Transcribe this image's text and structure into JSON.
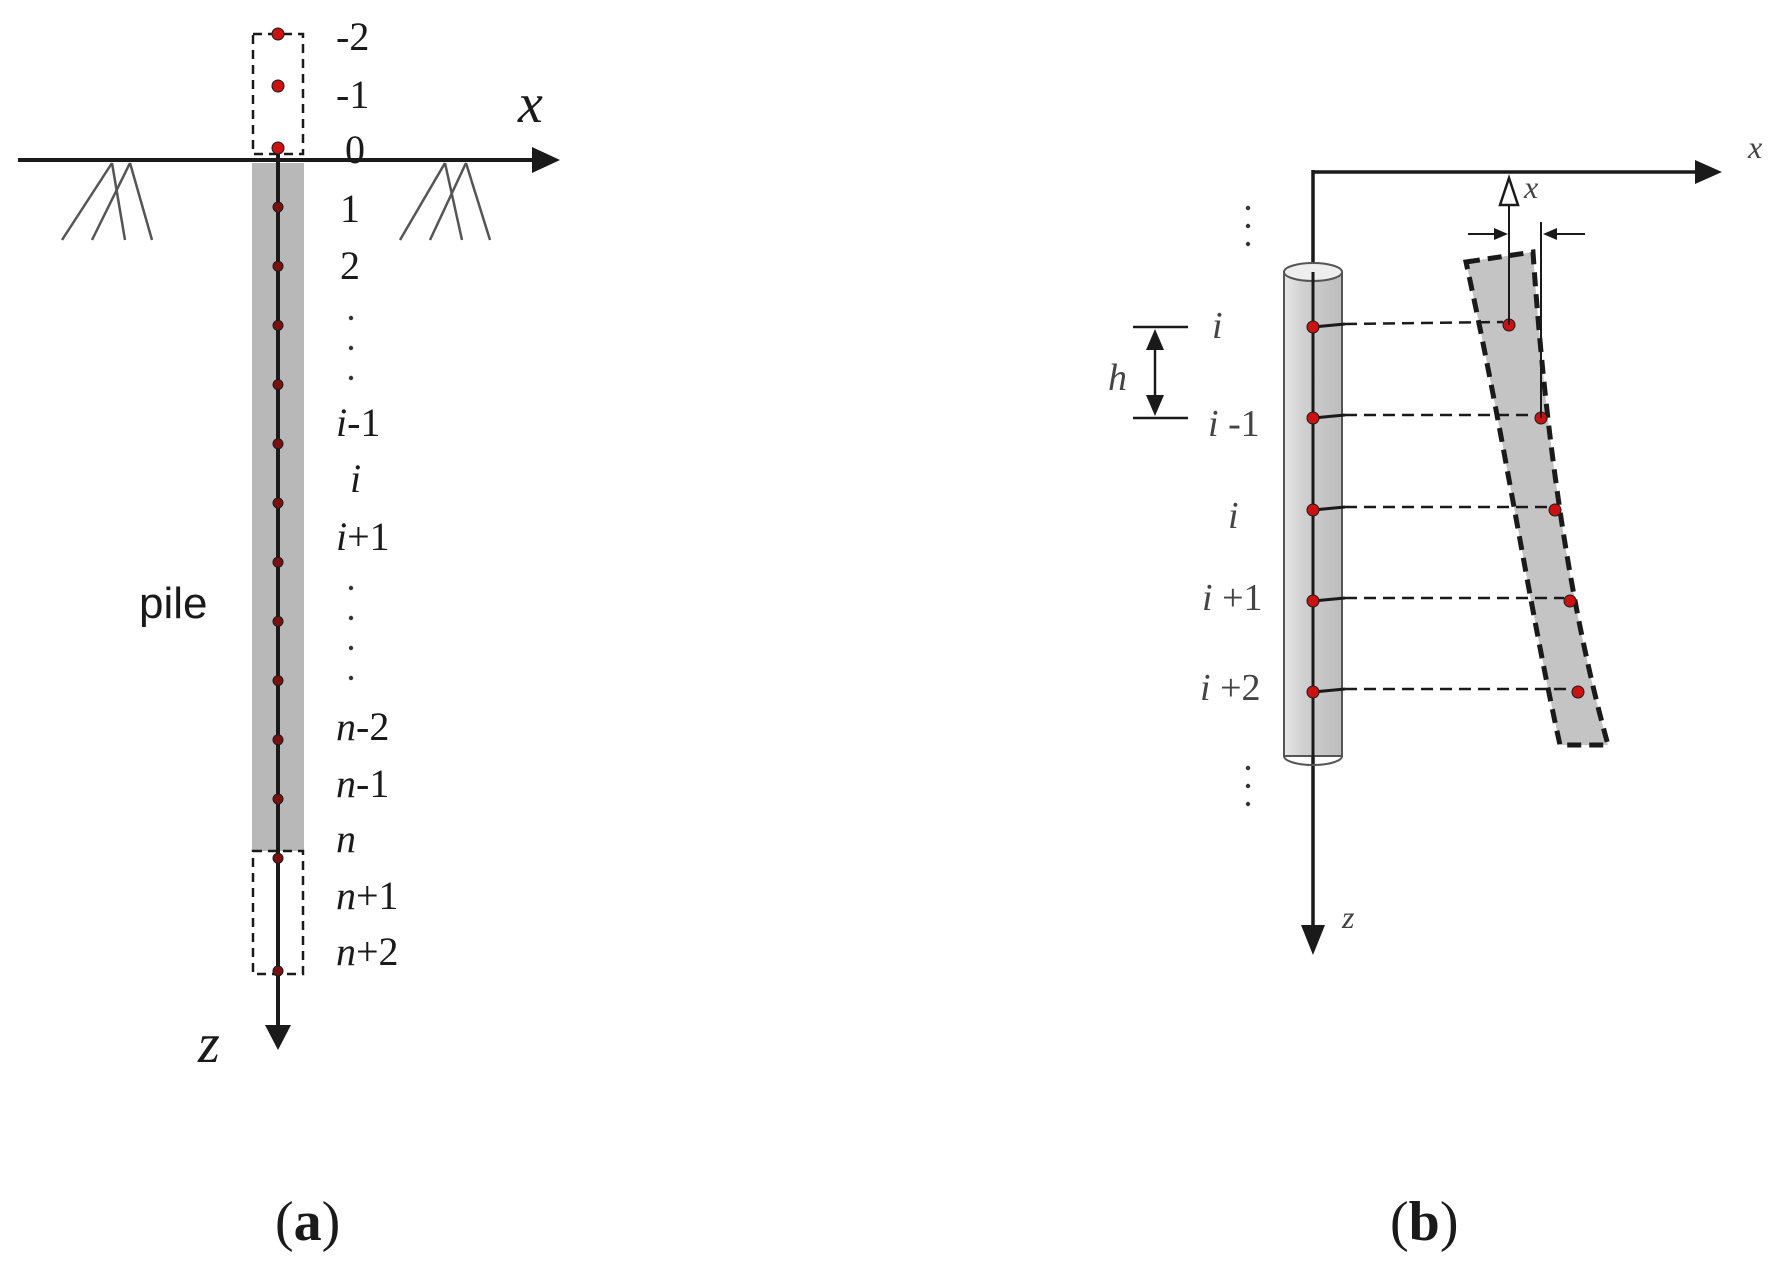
{
  "panel_a": {
    "caption_open": "(",
    "caption_letter": "a",
    "caption_close": ")",
    "x_axis_label": "x",
    "z_axis_label": "z",
    "pile_label": "pile",
    "node_labels": [
      {
        "pre": "",
        "ital": "",
        "post": "-2"
      },
      {
        "pre": "",
        "ital": "",
        "post": "-1"
      },
      {
        "pre": "",
        "ital": "",
        "post": "0"
      },
      {
        "pre": "",
        "ital": "",
        "post": "1"
      },
      {
        "pre": "",
        "ital": "",
        "post": "2"
      },
      {
        "pre": "",
        "ital": "i",
        "post": "-1"
      },
      {
        "pre": "",
        "ital": "i",
        "post": ""
      },
      {
        "pre": "",
        "ital": "i",
        "post": "+1"
      },
      {
        "pre": "",
        "ital": "n",
        "post": "-2"
      },
      {
        "pre": "",
        "ital": "n",
        "post": "-1"
      },
      {
        "pre": "",
        "ital": "n",
        "post": ""
      },
      {
        "pre": "",
        "ital": "n",
        "post": "+1"
      },
      {
        "pre": "",
        "ital": "n",
        "post": "+2"
      }
    ]
  },
  "panel_b": {
    "caption_open": "(",
    "caption_letter": "b",
    "caption_close": ")",
    "x_axis_label": "x",
    "z_axis_label": "z",
    "displacement_label": "x",
    "spacing_label": "h",
    "node_labels": [
      {
        "ital": "i",
        "post": ""
      },
      {
        "ital": "i",
        "post": " -1"
      },
      {
        "ital": "i",
        "post": ""
      },
      {
        "ital": "i",
        "post": " +1"
      },
      {
        "ital": "i",
        "post": " +2"
      }
    ]
  },
  "colors": {
    "node": "#cc1111",
    "pile_fill": "#b8b8b8",
    "line": "#1a1a1a"
  }
}
